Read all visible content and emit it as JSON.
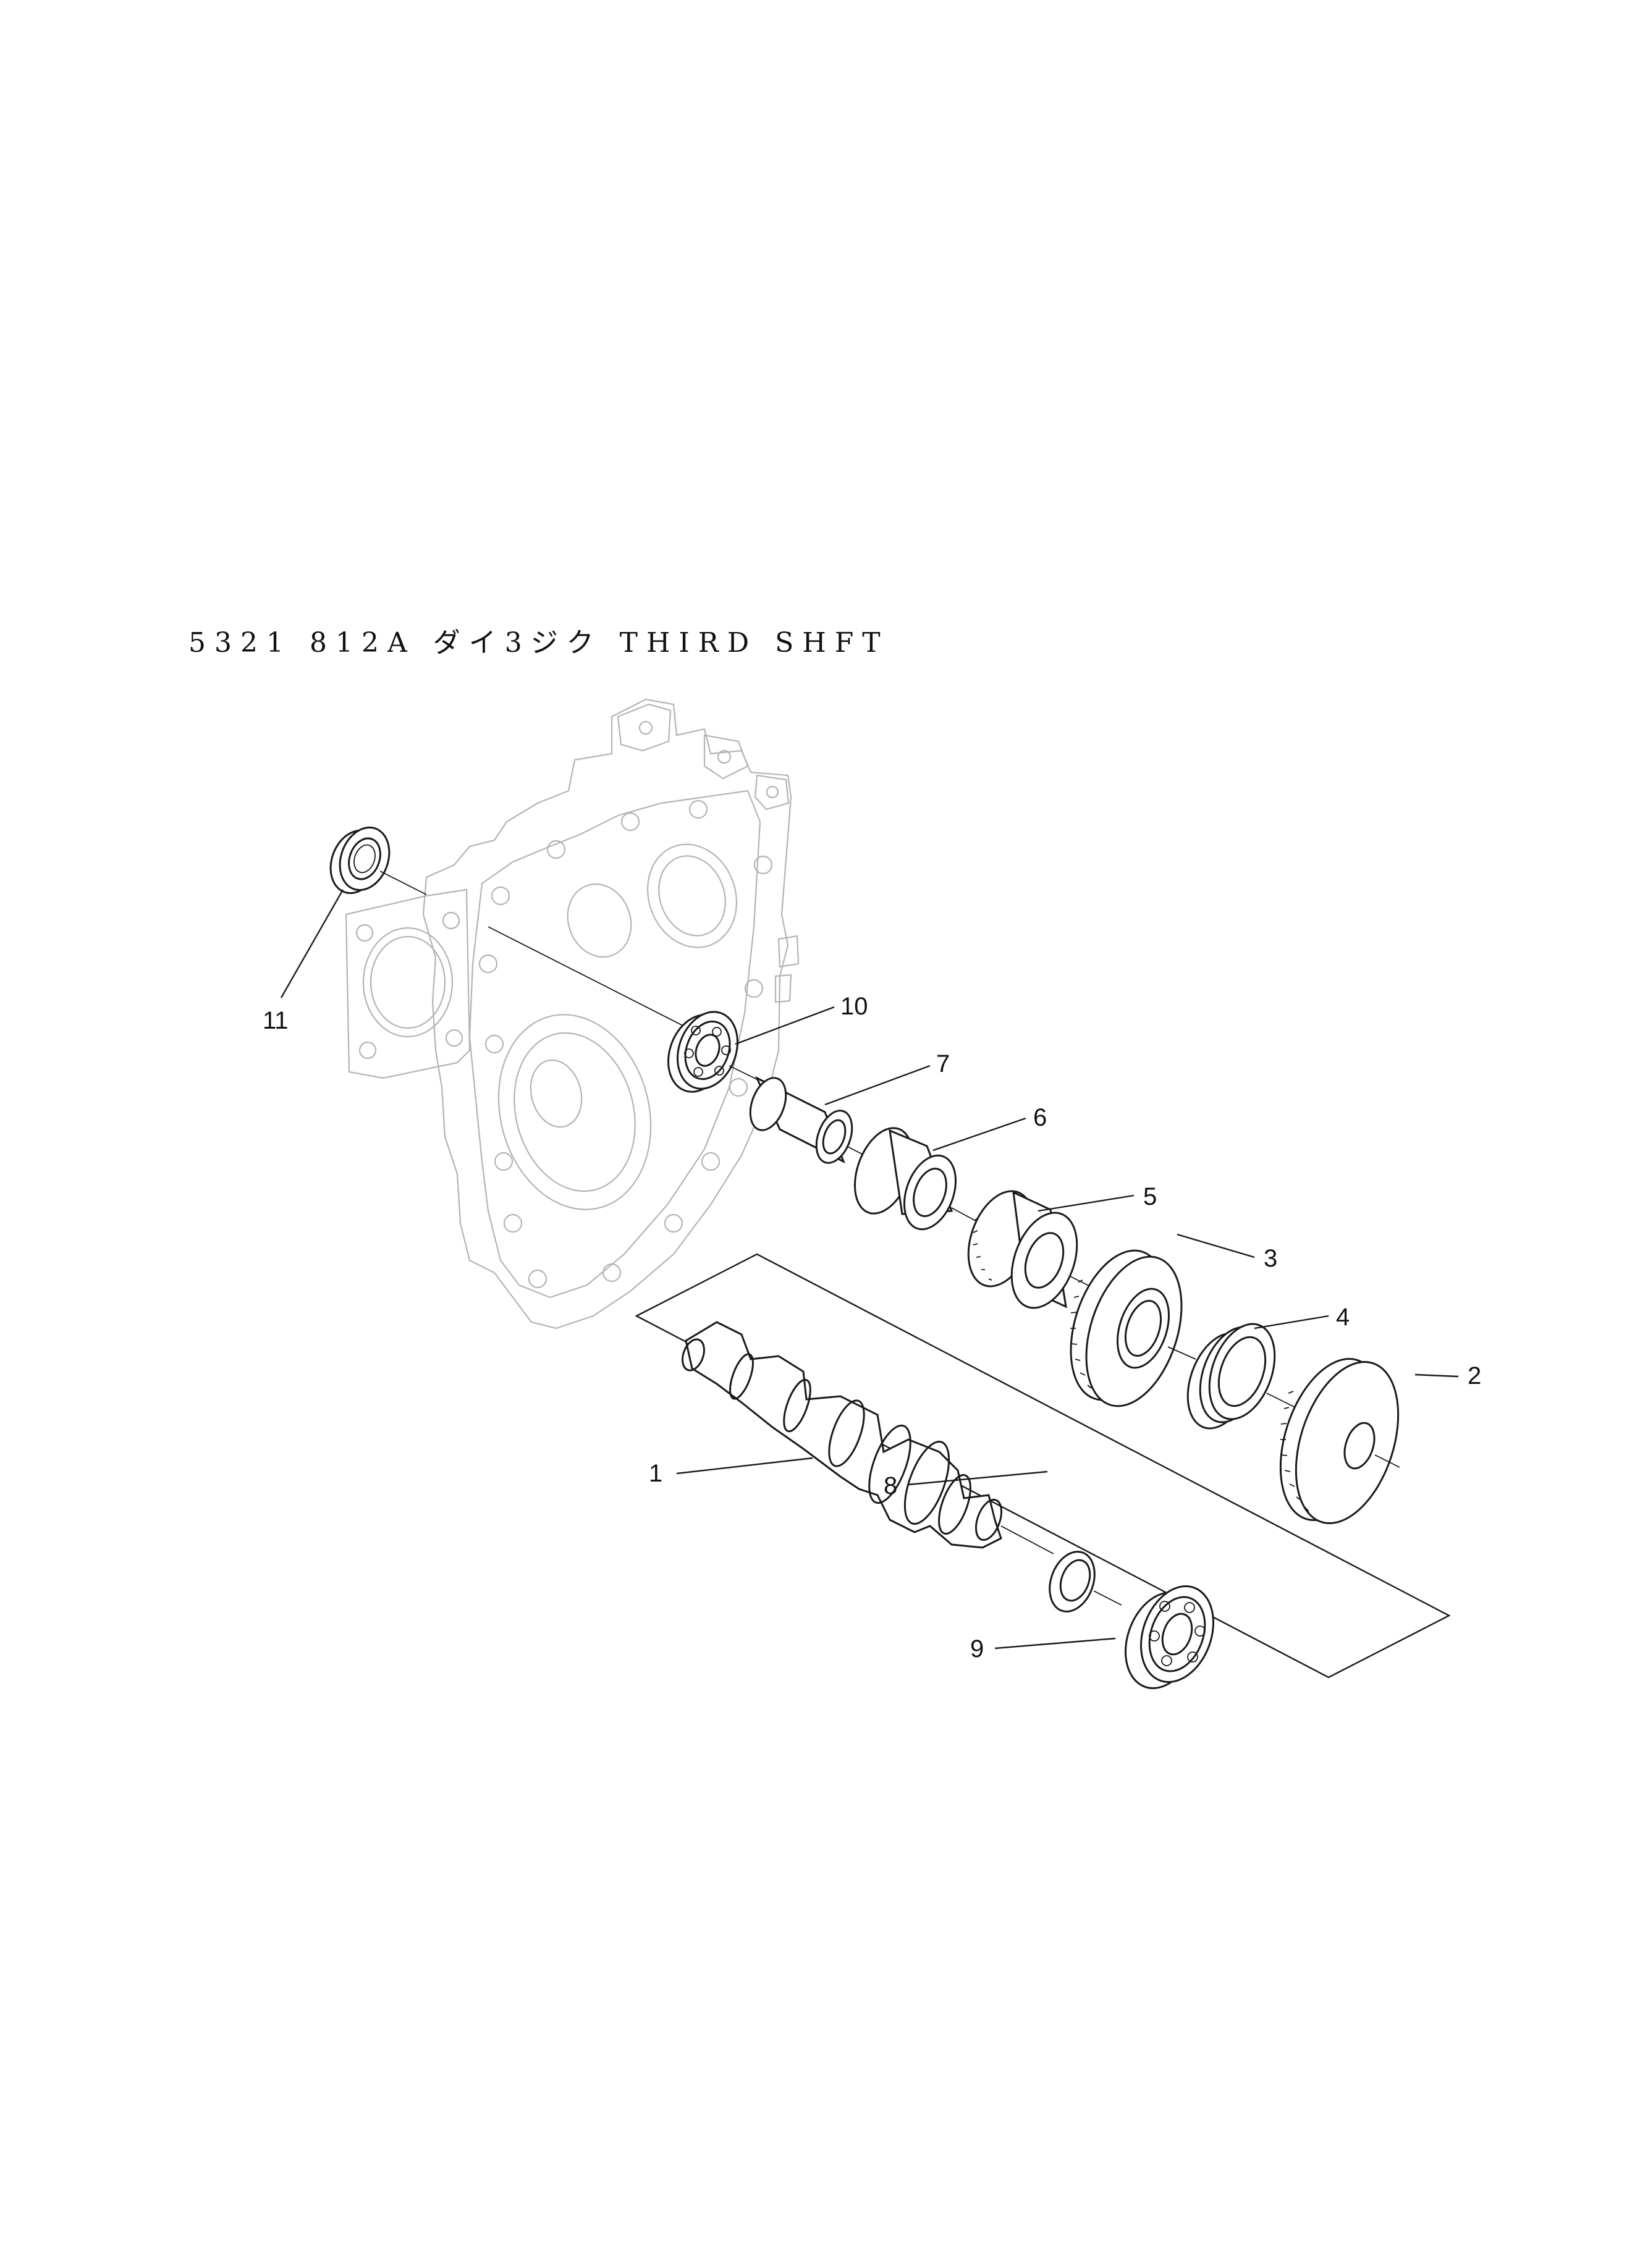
{
  "title": "5321 812A ダイ3ジク THIRD SHFT",
  "callouts": [
    "1",
    "2",
    "3",
    "4",
    "5",
    "6",
    "7",
    "8",
    "9",
    "10",
    "11"
  ],
  "colors": {
    "line": "#1a1a1a",
    "housing": "#b4b4b4",
    "background": "#ffffff"
  }
}
